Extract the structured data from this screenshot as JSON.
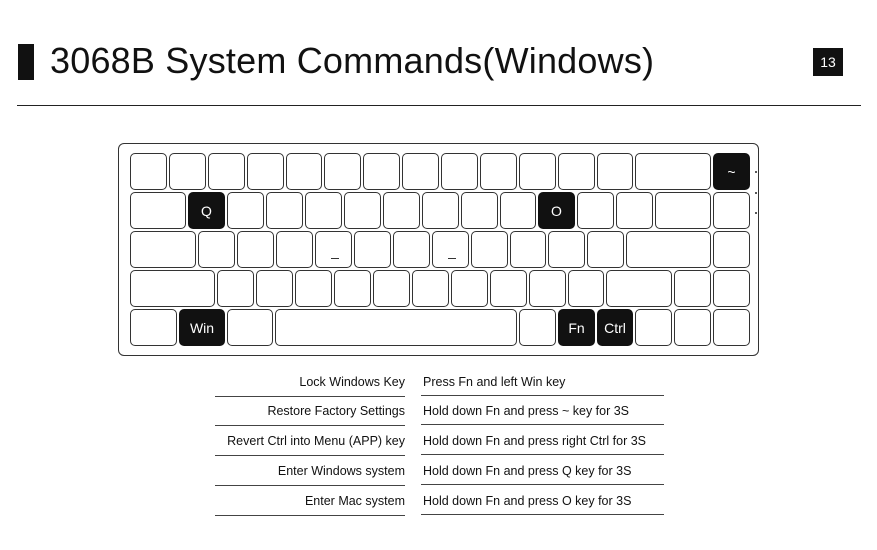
{
  "header": {
    "title": "3068B System Commands(Windows)",
    "page_number": "13"
  },
  "keyboard": {
    "legends": {
      "tilde": "~",
      "q": "Q",
      "o": "O",
      "win": "Win",
      "fn": "Fn",
      "ctrl": "Ctrl"
    },
    "highlight_color": "#111111"
  },
  "commands": [
    {
      "function": "Lock Windows Key",
      "action": "Press Fn and left Win key"
    },
    {
      "function": "Restore Factory Settings",
      "action": "Hold down Fn and press ~ key for 3S"
    },
    {
      "function": "Revert Ctrl into Menu (APP) key",
      "action": "Hold down Fn and press right Ctrl for 3S"
    },
    {
      "function": "Enter Windows system",
      "action": "Hold down Fn and press Q key for 3S"
    },
    {
      "function": "Enter Mac system",
      "action": "Hold down Fn and press O key for 3S"
    }
  ]
}
